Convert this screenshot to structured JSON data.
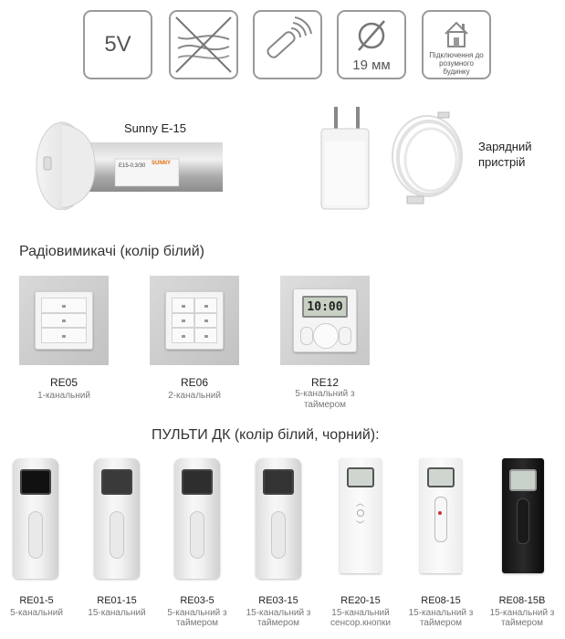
{
  "features": {
    "voltage": "5V",
    "diameter": "19 мм",
    "smart_home": "Підключення до розумного будинку",
    "icons": [
      "voltage-5v-icon",
      "no-wires-icon",
      "remote-control-icon",
      "diameter-icon",
      "smart-home-icon"
    ]
  },
  "motor": {
    "label": "Sunny E-15",
    "tube_text": "E15-0.3/30",
    "brand": "SUNNY"
  },
  "charger": {
    "label": "Зарядний пристрій"
  },
  "switches": {
    "title": "Радіовимикачі  (колір білий)",
    "items": [
      {
        "model": "RE05",
        "desc": "1-канальний"
      },
      {
        "model": "RE06",
        "desc": "2-канальний"
      },
      {
        "model": "RE12",
        "desc": "5-канальний з таймером",
        "display": "10:00"
      }
    ]
  },
  "remotes": {
    "title": "ПУЛЬТИ ДК (колір білий, чорний):",
    "items": [
      {
        "model": "RE01-5",
        "desc": "5-канальний"
      },
      {
        "model": "RE01-15",
        "desc": "15-канальний"
      },
      {
        "model": "RE03-5",
        "desc": "5-канальний з таймером"
      },
      {
        "model": "RE03-15",
        "desc": "15-канальний з таймером"
      },
      {
        "model": "RE20-15",
        "desc": "15-канальний сенсор.кнопки"
      },
      {
        "model": "RE08-15",
        "desc": "15-канальний з таймером"
      },
      {
        "model": "RE08-15B",
        "desc": "15-канальний з таймером"
      }
    ]
  },
  "colors": {
    "border": "#9a9a9a",
    "text": "#333333",
    "muted": "#777777"
  }
}
